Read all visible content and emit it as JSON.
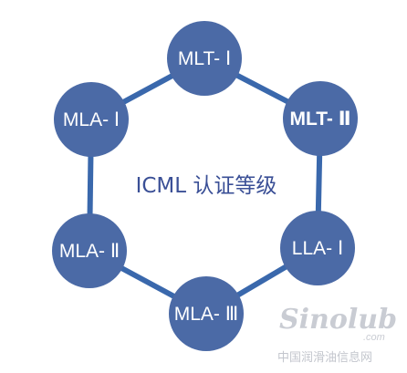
{
  "center_label": "ICML 认证等级",
  "nodes": [
    {
      "label": "MLT- Ⅰ",
      "bold": false
    },
    {
      "label": "MLT- Ⅱ",
      "bold": true
    },
    {
      "label": "LLA- Ⅰ",
      "bold": false
    },
    {
      "label": "MLA- Ⅲ",
      "bold": false
    },
    {
      "label": "MLA- Ⅱ",
      "bold": false
    },
    {
      "label": "MLA- Ⅰ",
      "bold": false
    }
  ],
  "watermark": {
    "brand": "Sinolub",
    "domain": ".com",
    "subtitle": "中国润滑油信息网"
  },
  "colors": {
    "node_fill": "#4b6aa6",
    "edge": "#3a68ac",
    "center_text": "#3a4f96"
  }
}
